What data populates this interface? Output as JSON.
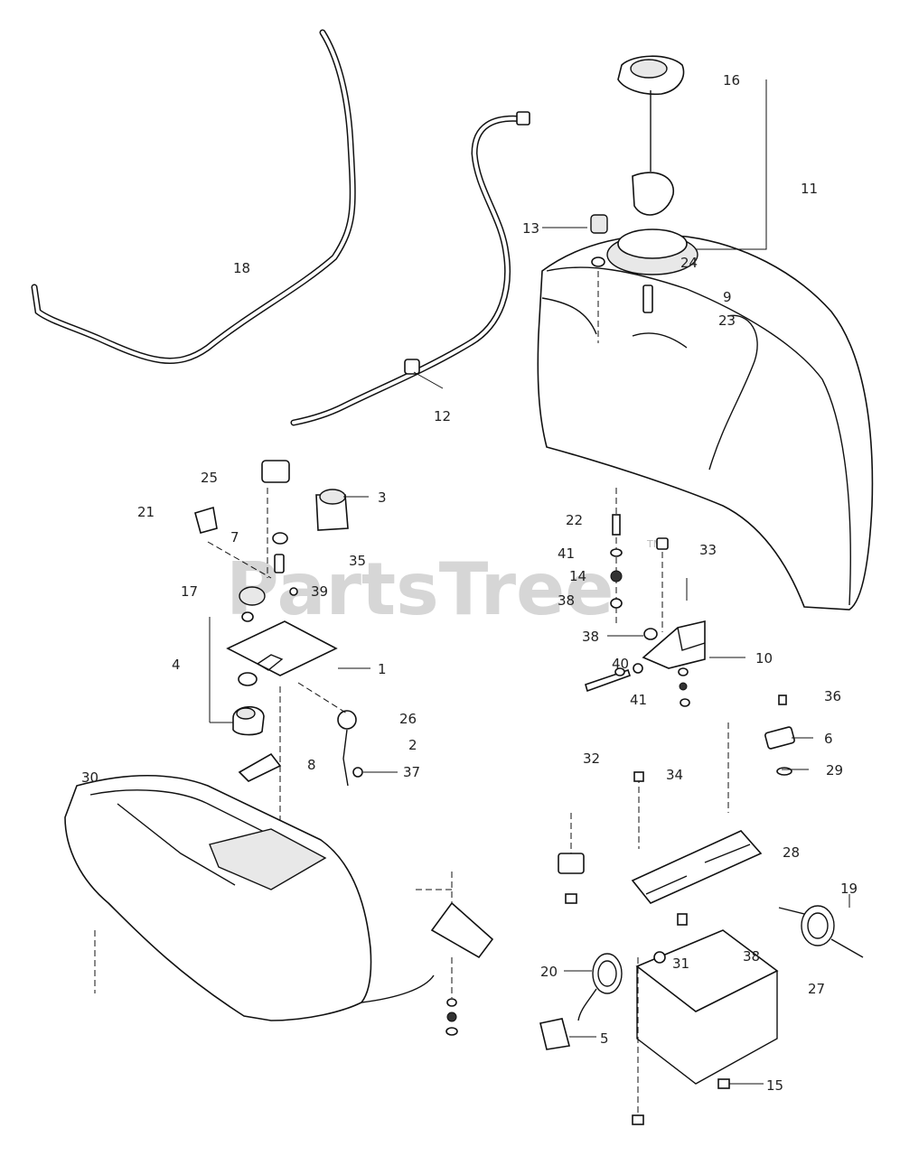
{
  "watermark": {
    "text": "PartsTree",
    "trademark": "TM"
  },
  "callouts": [
    "16",
    "11",
    "13",
    "24",
    "9",
    "23",
    "18",
    "12",
    "25",
    "3",
    "21",
    "7",
    "35",
    "17",
    "39",
    "22",
    "41",
    "14",
    "38",
    "33",
    "38",
    "10",
    "4",
    "1",
    "40",
    "41",
    "36",
    "26",
    "2",
    "6",
    "8",
    "37",
    "32",
    "34",
    "29",
    "30",
    "28",
    "19",
    "20",
    "31",
    "38",
    "27",
    "5",
    "15"
  ]
}
